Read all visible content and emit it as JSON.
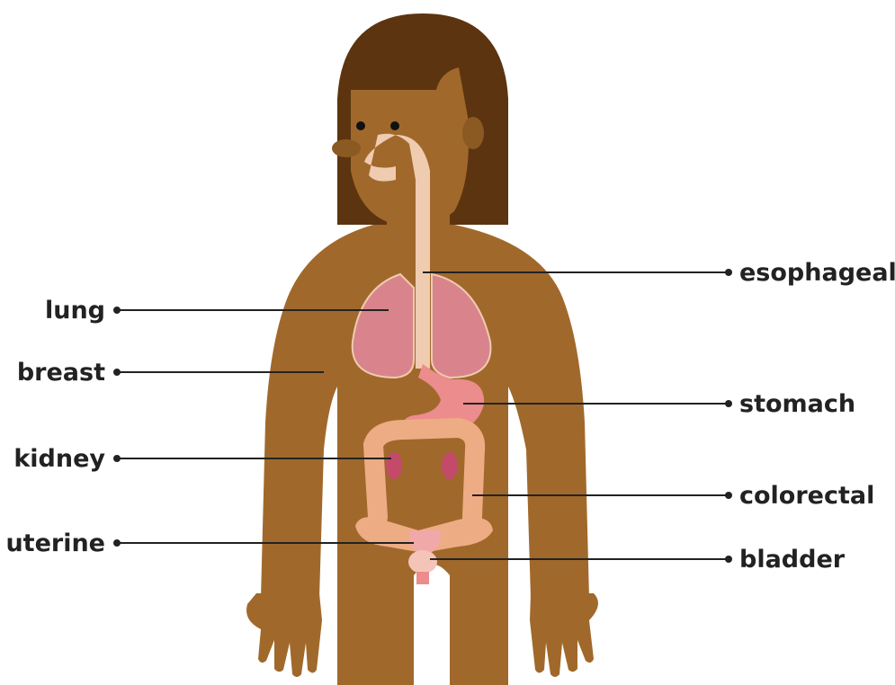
{
  "labels": {
    "esophageal": "esophageal",
    "lung": "lung",
    "breast": "breast",
    "stomach": "stomach",
    "kidney": "kidney",
    "colorectal": "colorectal",
    "uterine": "uterine",
    "bladder": "bladder"
  },
  "colors": {
    "hair": "#5c3410",
    "skin": "#a0692b",
    "skin_shadow": "#8a5a22",
    "throat": "#efcbb0",
    "lung": "#d9848c",
    "stomach": "#ec8c8c",
    "intestine": "#eeac84",
    "kidney": "#c44a6a",
    "uterus": "#f0a8a8",
    "line": "#222222"
  }
}
